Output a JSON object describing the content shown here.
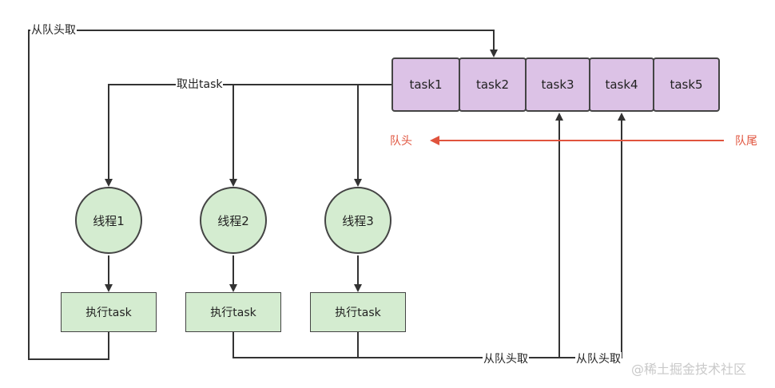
{
  "queue": {
    "tasks": [
      "task1",
      "task2",
      "task3",
      "task4",
      "task5"
    ],
    "head_label": "队头",
    "tail_label": "队尾"
  },
  "threads": [
    "线程1",
    "线程2",
    "线程3"
  ],
  "exec_label": "执行task",
  "edge_labels": {
    "take_from_head_top": "从队头取",
    "take_task": "取出task",
    "take_from_head_bottom_left": "从队头取",
    "take_from_head_bottom_right": "从队头取"
  },
  "watermark": "@稀土掘金技术社区",
  "colors": {
    "task_fill": "#dcc2e6",
    "thread_fill": "#d4ecd0",
    "exec_fill": "#d4ecd0",
    "queue_direction_arrow": "#e0533d",
    "edge": "#333333"
  }
}
